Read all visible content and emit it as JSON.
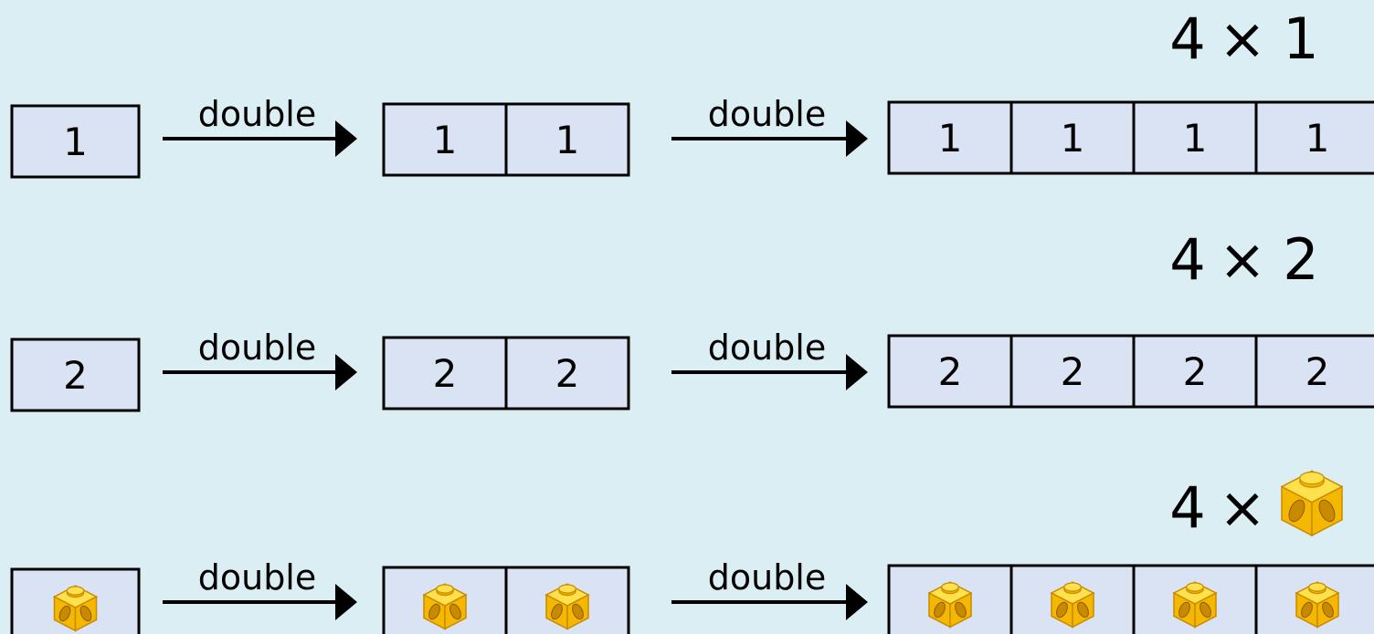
{
  "rows": [
    {
      "product": {
        "multiplier": "4",
        "times": "×",
        "factor": "1"
      },
      "start": [
        "1"
      ],
      "step1_label": "double",
      "middle": [
        "1",
        "1"
      ],
      "step2_label": "double",
      "end": [
        "1",
        "1",
        "1",
        "1"
      ]
    },
    {
      "product": {
        "multiplier": "4",
        "times": "×",
        "factor": "2"
      },
      "start": [
        "2"
      ],
      "step1_label": "double",
      "middle": [
        "2",
        "2"
      ],
      "step2_label": "double",
      "end": [
        "2",
        "2",
        "2",
        "2"
      ]
    },
    {
      "product": {
        "multiplier": "4",
        "times": "×",
        "factor": "cube-icon"
      },
      "start": [
        "cube-icon"
      ],
      "step1_label": "double",
      "middle": [
        "cube-icon",
        "cube-icon"
      ],
      "step2_label": "double",
      "end": [
        "cube-icon",
        "cube-icon",
        "cube-icon",
        "cube-icon"
      ]
    }
  ],
  "colors": {
    "background": "#dbeef4",
    "cell_fill": "#dae3f3",
    "cube_light": "#ffe14d",
    "cube_mid": "#f5b800",
    "cube_dark": "#c98a00"
  }
}
